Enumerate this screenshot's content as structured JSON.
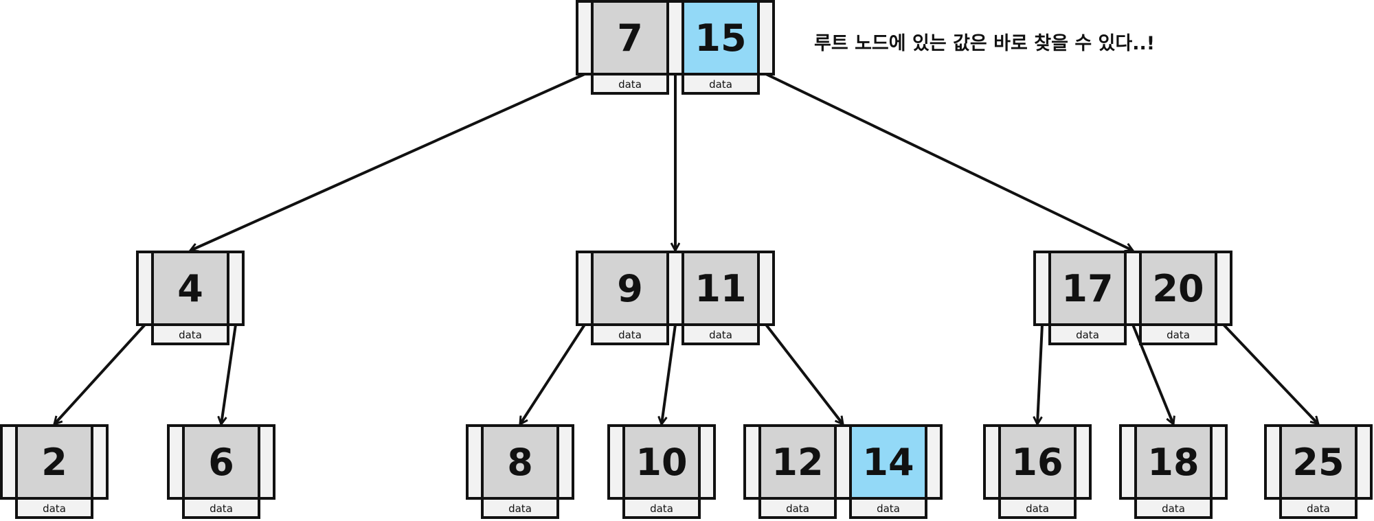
{
  "caption": "루트 노드에 있는 값은 바로 찾을 수 있다..!",
  "data_label": "data",
  "colors": {
    "key_fill": "#d3d3d3",
    "key_highlight": "#93d9f7",
    "pointer_fill": "#f2f2f2",
    "stroke": "#111111",
    "background": "#ffffff"
  },
  "nodes": [
    {
      "id": "root",
      "keys": [
        "7",
        "15"
      ],
      "highlight": [
        false,
        true
      ]
    },
    {
      "id": "n4",
      "keys": [
        "4"
      ],
      "highlight": [
        false
      ]
    },
    {
      "id": "n9_11",
      "keys": [
        "9",
        "11"
      ],
      "highlight": [
        false,
        false
      ]
    },
    {
      "id": "n17_20",
      "keys": [
        "17",
        "20"
      ],
      "highlight": [
        false,
        false
      ]
    },
    {
      "id": "n2",
      "keys": [
        "2"
      ],
      "highlight": [
        false
      ]
    },
    {
      "id": "n6",
      "keys": [
        "6"
      ],
      "highlight": [
        false
      ]
    },
    {
      "id": "n8",
      "keys": [
        "8"
      ],
      "highlight": [
        false
      ]
    },
    {
      "id": "n10",
      "keys": [
        "10"
      ],
      "highlight": [
        false
      ]
    },
    {
      "id": "n12_14",
      "keys": [
        "12",
        "14"
      ],
      "highlight": [
        false,
        true
      ]
    },
    {
      "id": "n16",
      "keys": [
        "16"
      ],
      "highlight": [
        false
      ]
    },
    {
      "id": "n18",
      "keys": [
        "18"
      ],
      "highlight": [
        false
      ]
    },
    {
      "id": "n25",
      "keys": [
        "25"
      ],
      "highlight": [
        false
      ]
    }
  ],
  "edges": [
    {
      "from": "root",
      "to": "n4"
    },
    {
      "from": "root",
      "to": "n9_11"
    },
    {
      "from": "root",
      "to": "n17_20"
    },
    {
      "from": "n4",
      "to": "n2"
    },
    {
      "from": "n4",
      "to": "n6"
    },
    {
      "from": "n9_11",
      "to": "n8"
    },
    {
      "from": "n9_11",
      "to": "n10"
    },
    {
      "from": "n9_11",
      "to": "n12_14"
    },
    {
      "from": "n17_20",
      "to": "n16"
    },
    {
      "from": "n17_20",
      "to": "n18"
    },
    {
      "from": "n17_20",
      "to": "n25"
    }
  ]
}
